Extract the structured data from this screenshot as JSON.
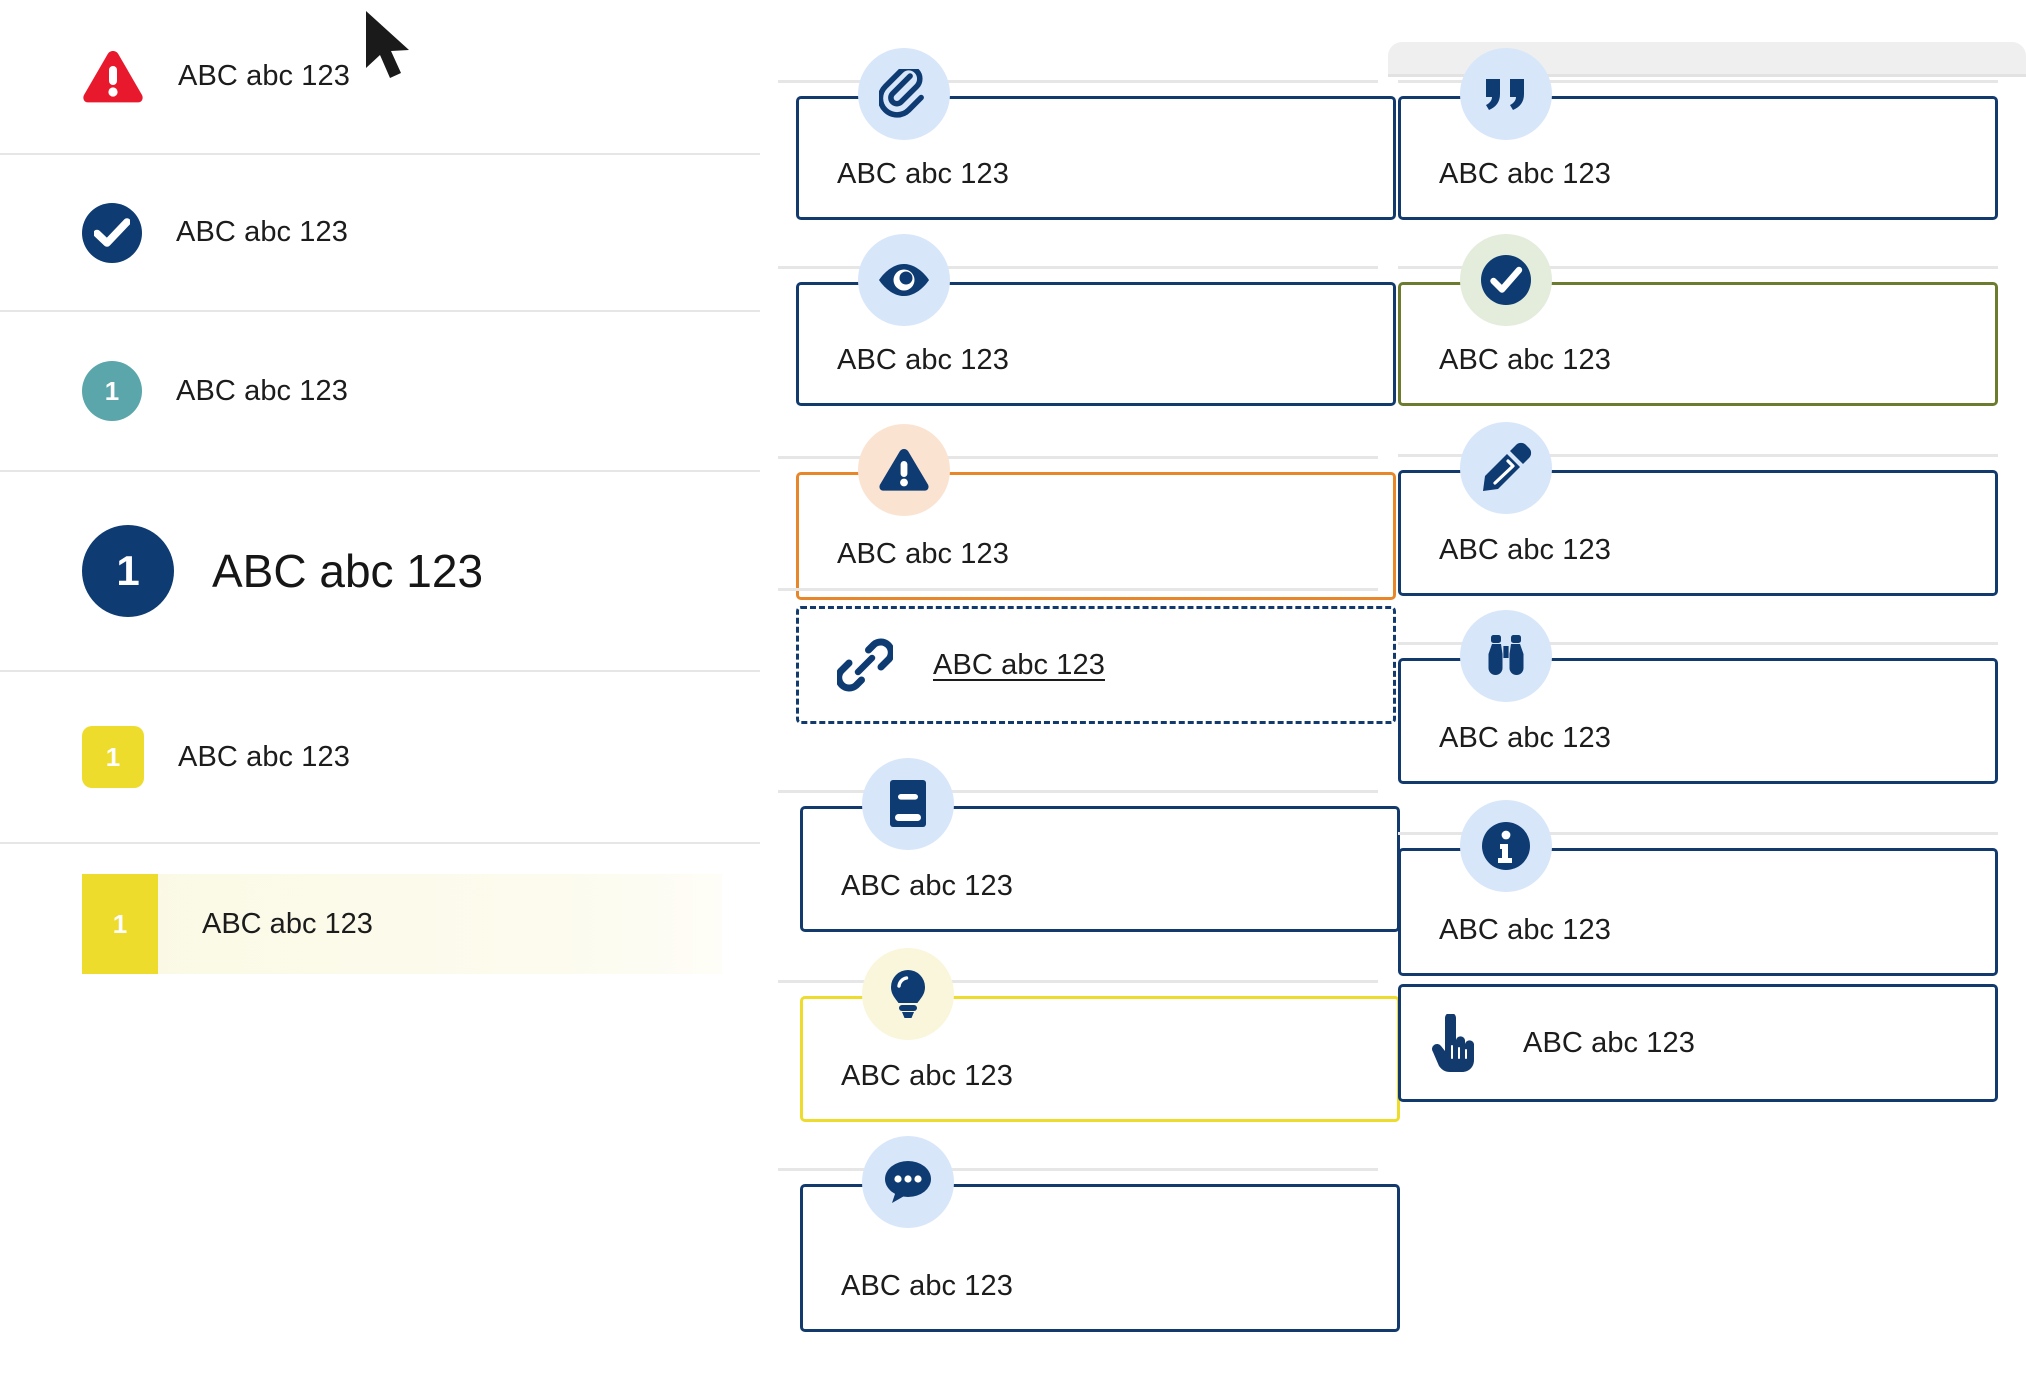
{
  "sidebar": {
    "rows": [
      {
        "label": "ABC abc 123",
        "icon": "warning-triangle-icon",
        "icon_color": "#e8192c",
        "badge_text": ""
      },
      {
        "label": "ABC abc 123",
        "icon": "check-circle-icon",
        "icon_color": "#0d3b72",
        "badge_text": ""
      },
      {
        "label": "ABC abc 123",
        "icon": "number-circle-icon",
        "icon_color": "#5aa6ab",
        "badge_text": "1"
      },
      {
        "label": "ABC abc 123",
        "icon": "number-circle-large-icon",
        "icon_color": "#0d3b72",
        "badge_text": "1"
      },
      {
        "label": "ABC abc 123",
        "icon": "number-square-icon",
        "icon_color": "#eddc2c",
        "badge_text": "1"
      },
      {
        "label": "ABC abc 123",
        "icon": "number-square-icon",
        "icon_color": "#eddc2c",
        "badge_text": "1"
      }
    ]
  },
  "middle_column": {
    "cards": [
      {
        "label": "ABC abc 123",
        "icon": "paperclip-icon",
        "border_color": "#123a6d",
        "badge_color": "#d8e6fa"
      },
      {
        "label": "ABC abc 123",
        "icon": "eye-icon",
        "border_color": "#123a6d",
        "badge_color": "#d8e6fa"
      },
      {
        "label": "ABC abc 123",
        "icon": "warning-triangle-icon",
        "border_color": "#e8862a",
        "badge_color": "#fbe3d2"
      },
      {
        "label": "ABC abc 123",
        "icon": "link-chain-icon",
        "border_color": "#123a6d",
        "badge_color": "none"
      },
      {
        "label": "ABC abc 123",
        "icon": "book-icon",
        "border_color": "#123a6d",
        "badge_color": "#d8e6fa"
      },
      {
        "label": "ABC abc 123",
        "icon": "lightbulb-icon",
        "border_color": "#eddc2c",
        "badge_color": "#faf6dc"
      },
      {
        "label": "ABC abc 123",
        "icon": "chat-bubble-icon",
        "border_color": "#123a6d",
        "badge_color": "#d8e6fa"
      }
    ]
  },
  "right_column": {
    "cards": [
      {
        "label": "ABC abc 123",
        "icon": "quote-marks-icon",
        "border_color": "#123a6d",
        "badge_color": "#d8e6fa"
      },
      {
        "label": "ABC abc 123",
        "icon": "check-circle-icon",
        "border_color": "#6b7c2e",
        "badge_color": "#e4ecdc"
      },
      {
        "label": "ABC abc 123",
        "icon": "pencil-icon",
        "border_color": "#123a6d",
        "badge_color": "#d8e6fa"
      },
      {
        "label": "ABC abc 123",
        "icon": "binoculars-icon",
        "border_color": "#123a6d",
        "badge_color": "#d8e6fa"
      },
      {
        "label": "ABC abc 123",
        "icon": "info-circle-icon",
        "border_color": "#123a6d",
        "badge_color": "#d8e6fa"
      },
      {
        "label": "ABC abc 123",
        "icon": "hand-pointer-icon",
        "border_color": "#123a6d",
        "badge_color": "none"
      }
    ]
  },
  "cursor": {
    "icon": "mouse-pointer-icon"
  },
  "palette": {
    "navy": "#0d3b72",
    "card_border_navy": "#123a6d",
    "red": "#e8192c",
    "teal": "#5aa6ab",
    "yellow": "#eddc2c",
    "orange": "#e8862a",
    "olive": "#6b7c2e",
    "badge_blue": "#d8e6fa",
    "badge_peach": "#fbe3d2",
    "badge_pale_yellow": "#faf6dc",
    "badge_pale_green": "#e4ecdc",
    "divider": "#e6e6e6",
    "highlight_bg": "#fbf9e4"
  }
}
